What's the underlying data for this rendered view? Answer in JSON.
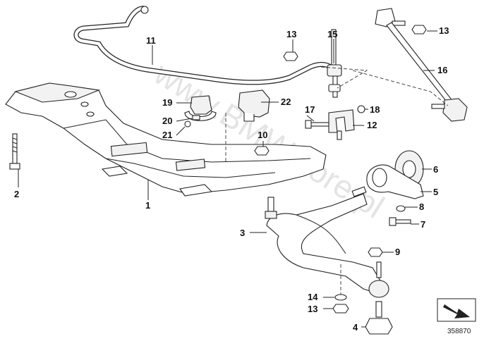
{
  "watermark": "www.BMWstore.pl",
  "document_number": "358870",
  "callouts": {
    "c1": "1",
    "c2": "2",
    "c3": "3",
    "c4": "4",
    "c5": "5",
    "c6": "6",
    "c7": "7",
    "c8": "8",
    "c9": "9",
    "c10": "10",
    "c11": "11",
    "c12": "12",
    "c13a": "13",
    "c13b": "13",
    "c13c": "13",
    "c14": "14",
    "c15": "15",
    "c16": "16",
    "c17": "17",
    "c18": "18",
    "c19": "19",
    "c20": "20",
    "c21": "21",
    "c22": "22"
  },
  "nav_icon": "arrow-down-right-icon"
}
